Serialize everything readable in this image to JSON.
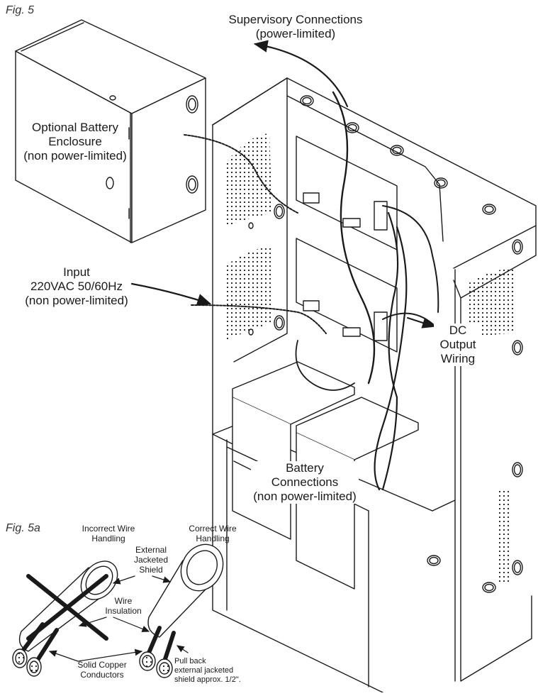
{
  "fig5": {
    "label": "Fig. 5",
    "supervisory": [
      "Supervisory Connections",
      "(power-limited)"
    ],
    "battery_enclosure": [
      "Optional Battery",
      "Enclosure",
      "(non power-limited)"
    ],
    "input": [
      "Input",
      "220VAC 50/60Hz",
      "(non power-limited)"
    ],
    "dc_output": [
      "DC",
      "Output",
      "Wiring"
    ],
    "battery_connections": [
      "Battery",
      "Connections",
      "(non power-limited)"
    ]
  },
  "fig5a": {
    "label": "Fig. 5a",
    "incorrect": [
      "Incorrect Wire",
      "Handling"
    ],
    "correct": [
      "Correct Wire",
      "Handling"
    ],
    "external_shield": [
      "External",
      "Jacketed",
      "Shield"
    ],
    "wire_insulation": [
      "Wire",
      "Insulation"
    ],
    "conductors": [
      "Solid Copper",
      "Conductors"
    ],
    "pull_back": [
      "Pull back",
      "external jacketed",
      "shield approx. 1/2\"."
    ]
  }
}
